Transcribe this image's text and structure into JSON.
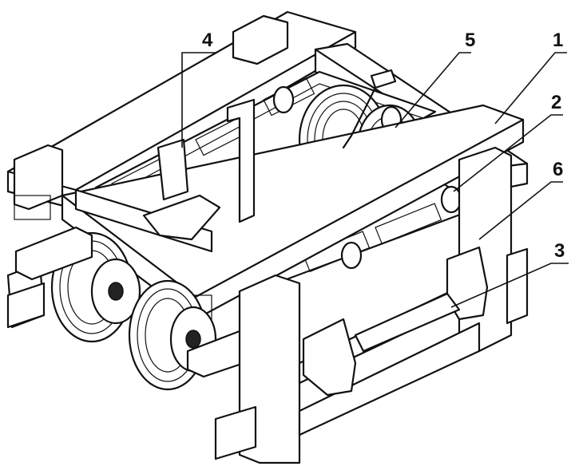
{
  "callouts": [
    {
      "id": "1",
      "text": "1"
    },
    {
      "id": "2",
      "text": "2"
    },
    {
      "id": "3",
      "text": "3"
    },
    {
      "id": "4",
      "text": "4"
    },
    {
      "id": "5",
      "text": "5"
    },
    {
      "id": "6",
      "text": "6"
    }
  ],
  "colors": {
    "line": "#111111",
    "background": "#ffffff"
  }
}
